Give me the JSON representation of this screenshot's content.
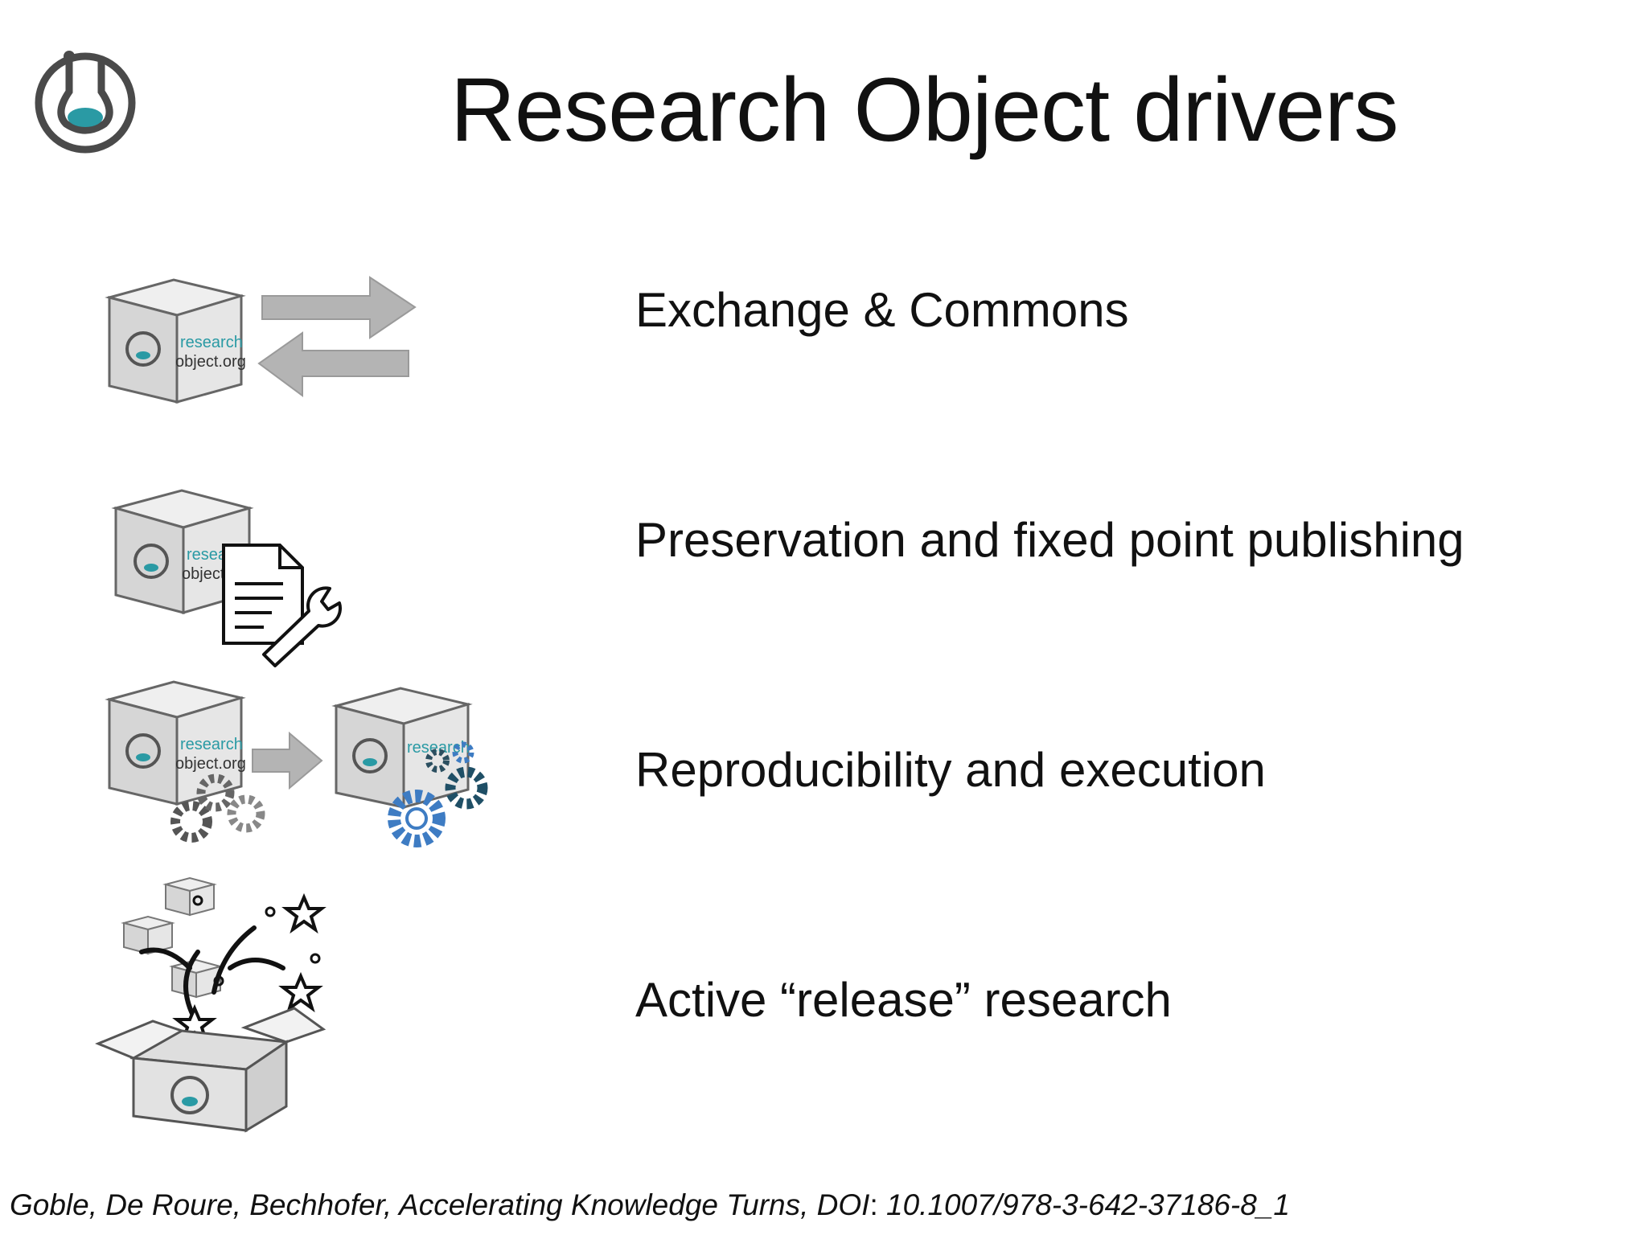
{
  "slide": {
    "title": "Research Object drivers",
    "drivers": [
      {
        "label": "Exchange & Commons",
        "icon": "exchange-arrows-icon"
      },
      {
        "label": "Preservation and fixed point publishing",
        "icon": "document-wrench-icon"
      },
      {
        "label": "Reproducibility and execution",
        "icon": "gears-icon"
      },
      {
        "label": "Active “release” research",
        "icon": "open-box-burst-icon"
      }
    ],
    "box_label_line1": "research",
    "box_label_line2": "object.org",
    "citation": {
      "text": "Goble, De Roure, Bechhofer, Accelerating Knowledge Turns, DOI",
      "separator": ":",
      "doi": " 10.1007/978-3-642-37186-8_1"
    }
  },
  "colors": {
    "accent_teal": "#2a9aa4",
    "box_gray": "#dcdcdc",
    "gear_blue": "#3e7cc3",
    "gear_dark_teal": "#1f4f66"
  }
}
